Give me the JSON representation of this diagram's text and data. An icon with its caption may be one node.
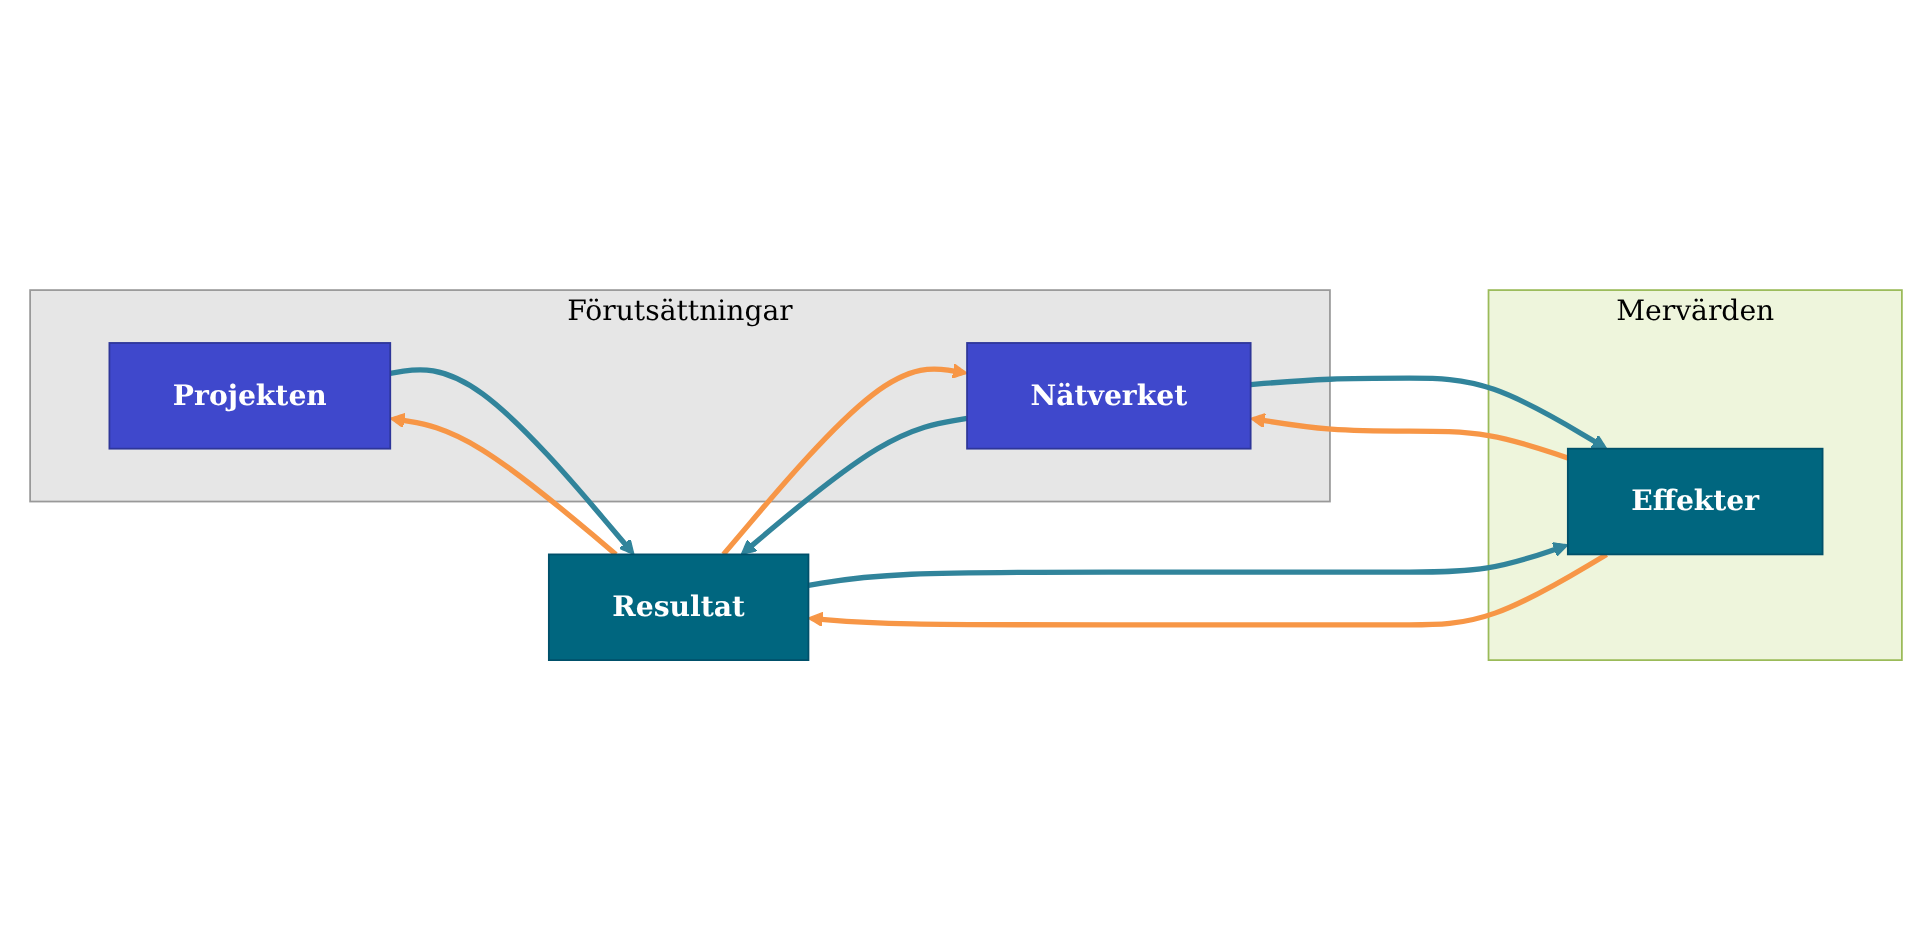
{
  "diagram": {
    "nodes": [
      {
        "text": [
          "Förutsättningar"
        ]
      },
      {
        "text": [
          "Projekten"
        ],
        "in": 0
      },
      {
        "text": [
          "Nätverket"
        ],
        "in": 0
      },
      {
        "text": [
          "Resultat"
        ]
      },
      {
        "text": [
          "Mervärden"
        ]
      },
      {
        "text": [
          "Effekter"
        ],
        "in": 4
      }
    ],
    "edges": [
      {
        "from": 1,
        "to": 3,
        "arrow": "to",
        "color": "#31849b"
      },
      {
        "from": 3,
        "to": 1,
        "arrow": "to",
        "color": "#f79646"
      },
      {
        "from": 2,
        "to": 3,
        "arrow": "to",
        "color": "#31849b"
      },
      {
        "from": 3,
        "to": 2,
        "arrow": "to",
        "color": "#f79646"
      },
      {
        "from": 3,
        "to": 5,
        "arrow": "to",
        "color": "#31849b"
      },
      {
        "from": 5,
        "to": 3,
        "arrow": "to",
        "color": "#f79646"
      },
      {
        "from": 2,
        "to": 5,
        "arrow": "to",
        "color": "#31849b"
      },
      {
        "from": 5,
        "to": 2,
        "arrow": "to",
        "color": "#f79646"
      }
    ]
  }
}
